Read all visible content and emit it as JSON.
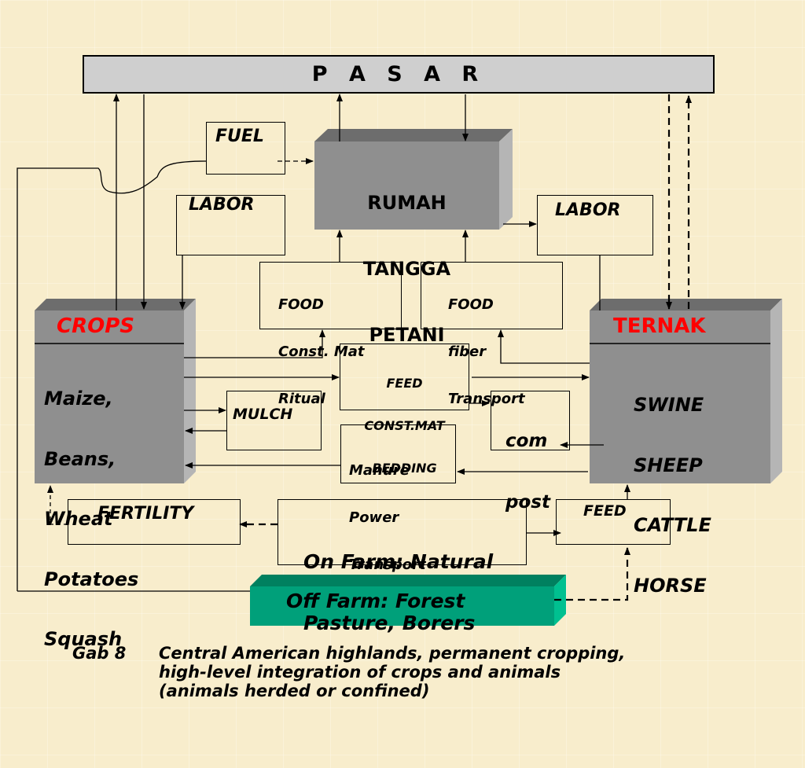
{
  "colors": {
    "background": "#f8edcc",
    "gray_box": "#8f8f8f",
    "gray_box_top": "#6d6d6d",
    "gray_box_side": "#b9b9b9",
    "pasar_fill": "#cfcfcf",
    "forest_fill": "#00a07a",
    "red_title": "#ff0000"
  },
  "pasar": {
    "label": "P A S A R"
  },
  "household": {
    "lines": [
      "RUMAH",
      "TANGGA",
      "PETANI"
    ]
  },
  "fuel": {
    "label": "FUEL"
  },
  "labor_left": {
    "label": "LABOR"
  },
  "labor_right": {
    "label": "LABOR"
  },
  "food_left": {
    "lines": [
      "FOOD",
      "Const. Mat",
      "Ritual"
    ]
  },
  "food_right": {
    "lines": [
      "FOOD",
      "fiber",
      "Transport"
    ]
  },
  "crops": {
    "title": "CROPS",
    "items": [
      "Maize,",
      "Beans,",
      "Wheat",
      "Potatoes",
      "Squash"
    ]
  },
  "ternak": {
    "title": "TERNAK",
    "items": [
      "SWINE",
      "SHEEP",
      "CATTLE",
      "HORSE"
    ]
  },
  "feed_const": {
    "lines": [
      "FEED",
      "CONST.MAT",
      "BEDDING"
    ]
  },
  "mulch": {
    "label": "MULCH"
  },
  "compost": {
    "lines": [
      "com",
      "post"
    ]
  },
  "manure": {
    "lines": [
      "Manure",
      "Power",
      "Transport"
    ]
  },
  "fertility": {
    "label": "FERTILITY"
  },
  "on_farm": {
    "lines": [
      "On Farm: Natural",
      "Pasture, Borers"
    ]
  },
  "feed_bottom": {
    "label": "FEED"
  },
  "off_farm": {
    "label": "Off Farm: Forest"
  },
  "caption": {
    "number": "Gab 8",
    "lines": [
      "Central American highlands, permanent cropping,",
      "high-level integration of crops and animals",
      "(animals herded or confined)"
    ]
  }
}
